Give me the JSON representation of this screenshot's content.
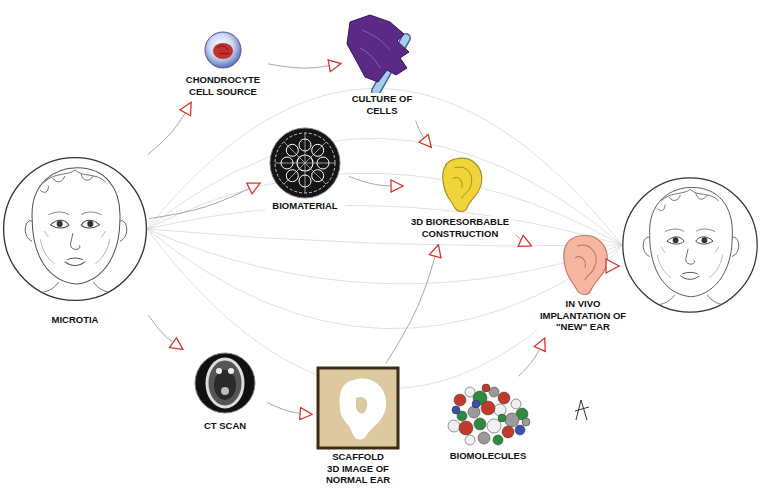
{
  "diagram": {
    "nodes": [
      {
        "text": [
          "MICROTIA"
        ]
      },
      {
        "text": [
          "CHONDROCYTE CELL SOURCE"
        ]
      },
      {
        "text": [
          "CULTURE OF CELLS"
        ]
      },
      {
        "text": [
          "BIOMATERIAL"
        ]
      },
      {
        "text": [
          "3D BIORESORBABLE CONSTRUCTION"
        ]
      },
      {
        "text": [
          "IN VIVO IMPLANTATION OF \"NEW\" EAR"
        ]
      },
      {
        "text": [
          "CT SCAN"
        ]
      },
      {
        "text": [
          "SCAFFOLD 3D IMAGE OF NORMAL EAR"
        ]
      },
      {
        "text": [
          "BIOMOLECULES"
        ]
      }
    ],
    "edges": [
      {
        "from": 0,
        "to": 1,
        "arrow": "to"
      },
      {
        "from": 1,
        "to": 2,
        "arrow": "to"
      },
      {
        "from": 2,
        "to": 4,
        "arrow": "to"
      },
      {
        "from": 0,
        "to": 3,
        "arrow": "to"
      },
      {
        "from": 3,
        "to": 4,
        "arrow": "to"
      },
      {
        "from": 4,
        "to": 5,
        "arrow": "to"
      },
      {
        "from": 0,
        "to": 6,
        "arrow": "to"
      },
      {
        "from": 6,
        "to": 7,
        "arrow": "to"
      },
      {
        "from": 7,
        "to": 4,
        "arrow": "to"
      },
      {
        "from": 8,
        "to": 5,
        "arrow": "to"
      }
    ]
  }
}
